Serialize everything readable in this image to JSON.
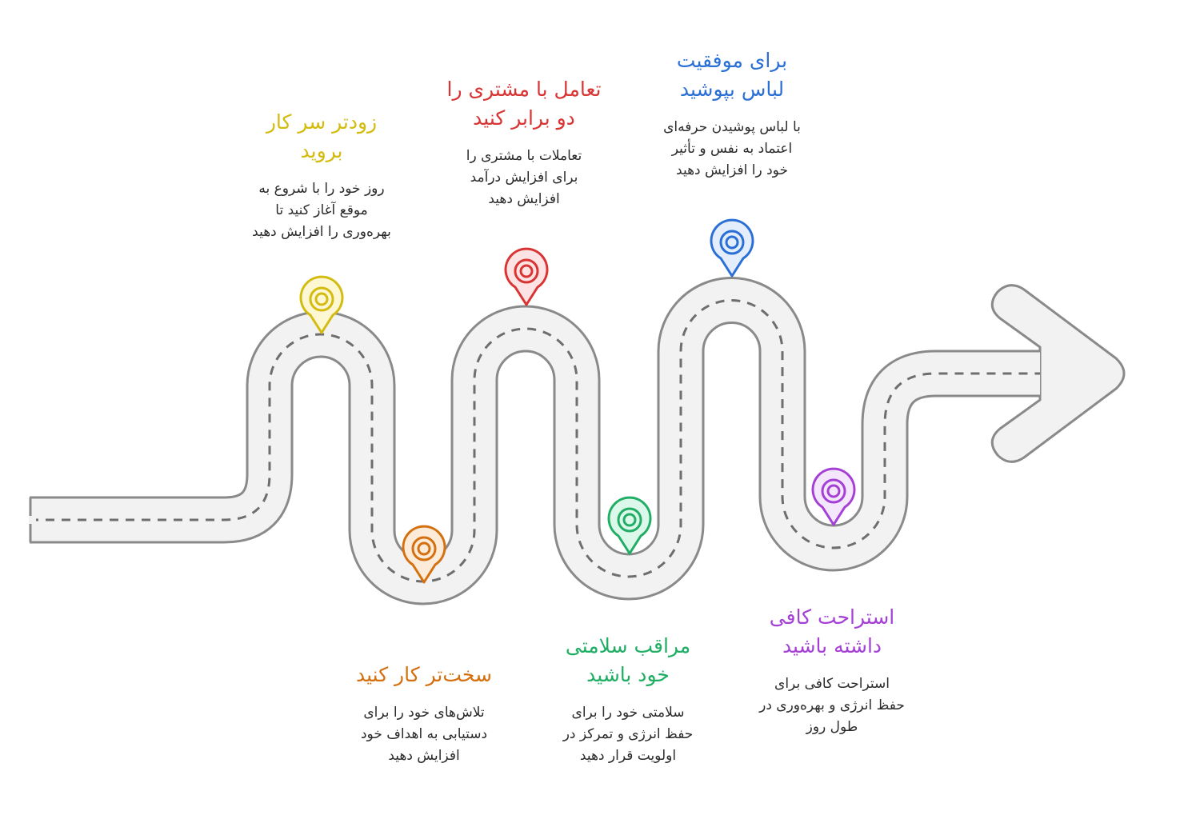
{
  "road": {
    "fill": "#f2f2f2",
    "edge": "#8a8a8a",
    "dash": "#6e6e6e"
  },
  "milestones": [
    {
      "id": "start-early",
      "color": "#d4bb0f",
      "pin_fill": "#fdf7d3",
      "title": "زودتر سر کار\nبروید",
      "description": "روز خود را با شروع به\nموقع آغاز کنید تا\nبهره‌وری را افزایش دهید",
      "position": "top"
    },
    {
      "id": "work-harder",
      "color": "#d4700f",
      "pin_fill": "#fdebd9",
      "title": "سخت‌تر کار کنید",
      "description": "تلاش‌های خود را برای\nدستیابی به اهداف خود\nافزایش دهید",
      "position": "bottom"
    },
    {
      "id": "double-engagement",
      "color": "#d93434",
      "pin_fill": "#fde3e3",
      "title": "تعامل با مشتری را\nدو برابر کنید",
      "description": "تعاملات با مشتری را\nبرای افزایش درآمد\nافزایش دهید",
      "position": "top"
    },
    {
      "id": "health",
      "color": "#1fae63",
      "pin_fill": "#dcf8ea",
      "title": "مراقب سلامتی\nخود باشید",
      "description": "سلامتی خود را برای\nحفظ انرژی و تمرکز در\nاولویت قرار دهید",
      "position": "bottom"
    },
    {
      "id": "dress-success",
      "color": "#2a6fd6",
      "pin_fill": "#e3edfb",
      "title": "برای موفقیت\nلباس بپوشید",
      "description": "با لباس پوشیدن حرفه‌ای\nاعتماد به نفس و تأثیر\nخود را افزایش دهید",
      "position": "top"
    },
    {
      "id": "rest",
      "color": "#a540d6",
      "pin_fill": "#f4e6fb",
      "title": "استراحت کافی\nداشته باشید",
      "description": "استراحت کافی برای\nحفظ انرژی و بهره‌وری در\nطول روز",
      "position": "bottom"
    }
  ]
}
